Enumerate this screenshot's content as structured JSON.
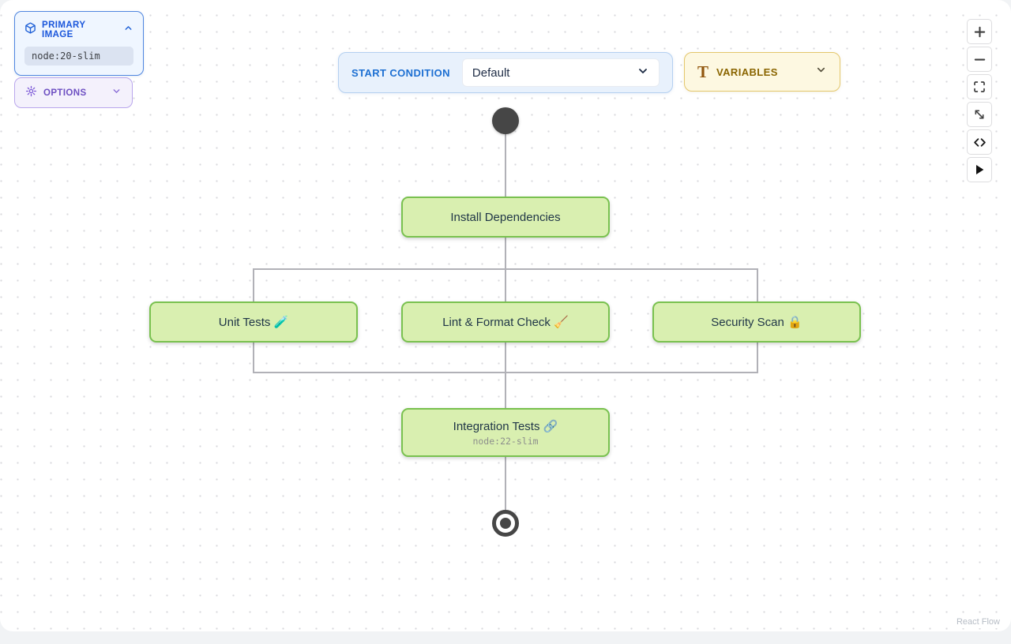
{
  "panels": {
    "primary_image": {
      "title": "PRIMARY IMAGE",
      "value": "node:20-slim"
    },
    "options": {
      "title": "OPTIONS"
    },
    "start_condition": {
      "label": "START CONDITION",
      "selected_option": "Default"
    },
    "variables": {
      "label": "VARIABLES",
      "icon_letter": "T"
    }
  },
  "toolbar": {
    "buttons": [
      "zoom-in",
      "zoom-out",
      "fit-view",
      "expand",
      "code-view",
      "run"
    ]
  },
  "flow": {
    "nodes": {
      "install": {
        "label": "Install Dependencies"
      },
      "unit": {
        "label": "Unit Tests 🧪"
      },
      "lint": {
        "label": "Lint & Format Check 🧹"
      },
      "security": {
        "label": "Security Scan 🔒"
      },
      "integration": {
        "label": "Integration Tests 🔗",
        "sublabel": "node:22-slim"
      }
    }
  },
  "attribution": "React Flow",
  "colors": {
    "node_bg": "#d9efb0",
    "node_border": "#79c14f",
    "edge": "#b1b1b7",
    "accent_blue": "#1a56db",
    "accent_purple": "#6d4fc2",
    "accent_gold": "#8a6500",
    "start_end_node": "#464646"
  }
}
